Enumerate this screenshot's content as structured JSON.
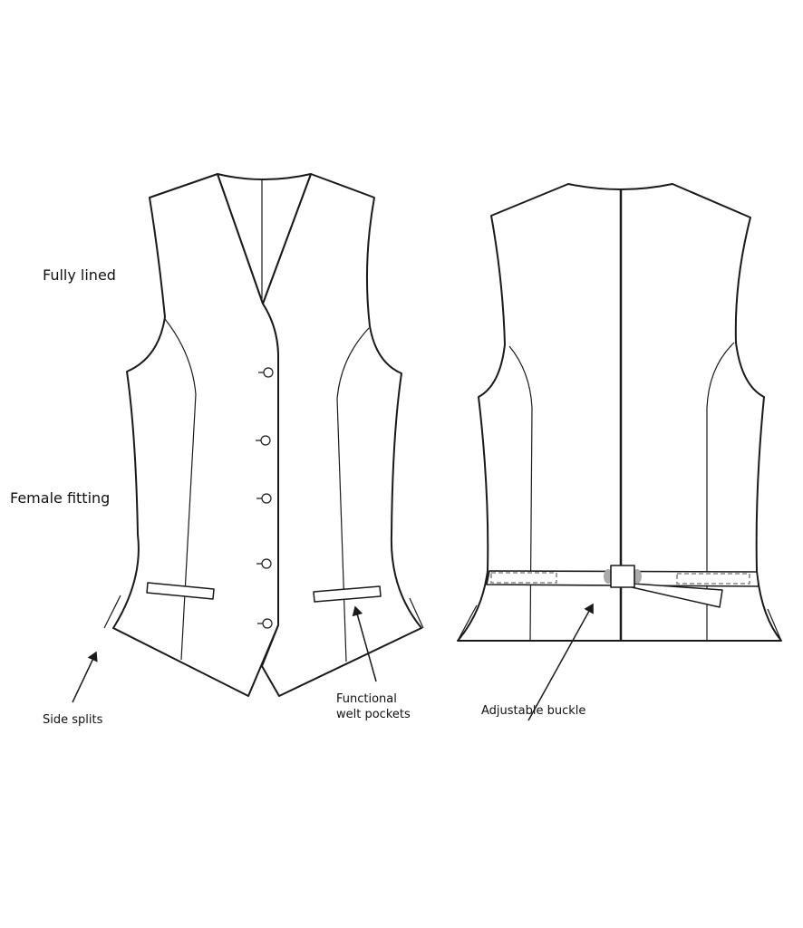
{
  "labels": {
    "fully_lined": "Fully lined",
    "female_fitting": "Female fitting",
    "side_splits": "Side splits",
    "welt_pockets_line1": "Functional",
    "welt_pockets_line2": "welt pockets",
    "adjustable_buckle": "Adjustable buckle"
  },
  "colors": {
    "line": "#1a1a1a",
    "background": "#ffffff",
    "stitching": "#888888"
  }
}
